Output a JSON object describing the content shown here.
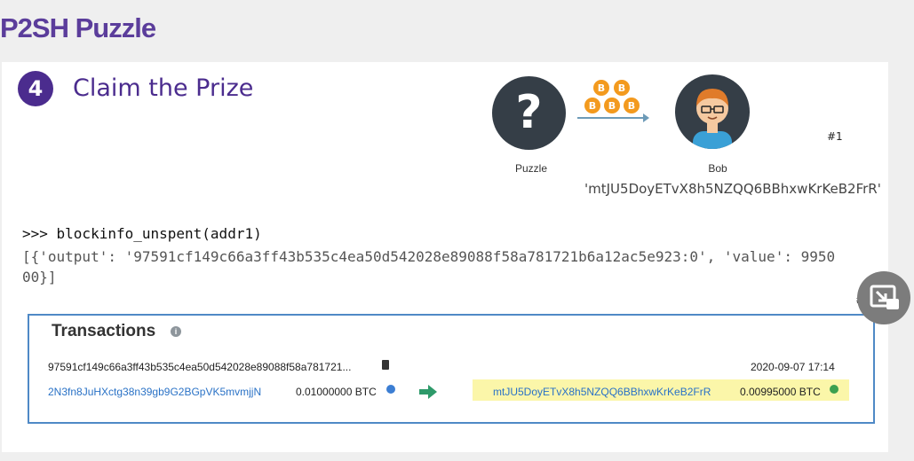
{
  "page": {
    "title": "P2SH Puzzle"
  },
  "step": {
    "number": "4",
    "title": "Claim the Prize"
  },
  "diagram": {
    "puzzle_icon": "question-mark-icon",
    "puzzle_glyph": "?",
    "puzzle_label": "Puzzle",
    "coins_icon": "bitcoin-coins-icon",
    "recipient_icon": "person-avatar-icon",
    "recipient_label": "Bob",
    "recipient_address": "'mtJU5DoyETvX8h5NZQQ6BBhxwKrKeB2FrR'"
  },
  "markers": {
    "m1": "#1",
    "m4": "#4"
  },
  "code": {
    "command": ">>> blockinfo_unspent(addr1)",
    "output": "[{'output': '97591cf149c66a3ff43b535c4ea50d542028e89088f58a781721b6a12ac5e923:0', 'value': 9950\n00}]"
  },
  "transactions": {
    "heading": "Transactions",
    "info_icon": "info-icon",
    "info_glyph": "i",
    "hash": "97591cf149c66a3ff43b535c4ea50d542028e89088f58a781721...",
    "date": "2020-09-07 17:14",
    "input_address": "2N3fn8JuHXctg38n39gb9G2BGpVK5mvmjjN",
    "input_amount": "0.01000000 BTC",
    "output_address": "mtJU5DoyETvX8h5NZQQ6BBhxwKrKeB2FrR",
    "output_amount": "0.00995000 BTC"
  },
  "colors": {
    "title": "#5b3d9b",
    "accent": "#4b2c8e",
    "link": "#2a72c6",
    "highlight": "#fbf6a9",
    "arrow": "#2e9a6a",
    "coin": "#f39a1e",
    "box_border": "#4f89c6"
  },
  "overlay": {
    "pip_icon": "picture-in-picture-icon"
  }
}
